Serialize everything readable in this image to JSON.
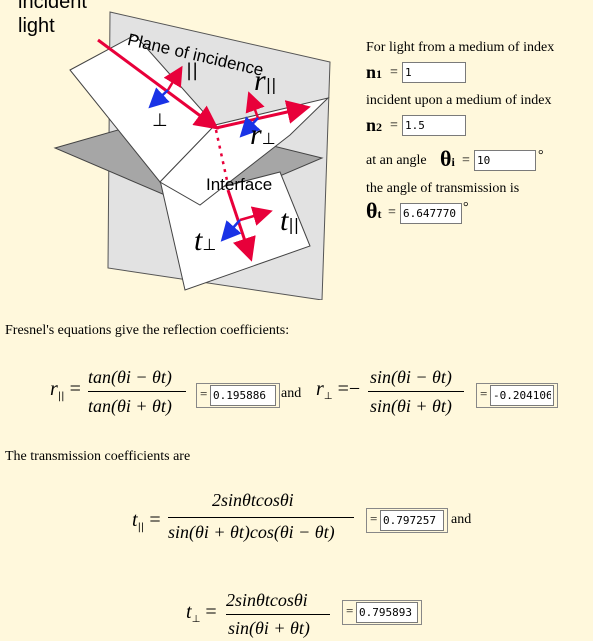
{
  "diagram": {
    "incident_label_line1": "incident",
    "incident_label_line2": "light",
    "plane_label": "Plane of incidence",
    "interface_label": "Interface",
    "r_parallel": "r",
    "r_parallel_sub": "||",
    "r_perp": "r",
    "r_perp_sub": "⊥",
    "t_parallel": "t",
    "t_parallel_sub": "||",
    "t_perp": "t",
    "t_perp_sub": "⊥",
    "incident_parallel_mark": "||",
    "incident_perp_mark": "⊥"
  },
  "controls": {
    "line1": "For light from a medium of index",
    "n1_label": "n",
    "n1_sub": "1",
    "n1_value": "1",
    "line2": "incident upon a medium of index",
    "n2_label": "n",
    "n2_sub": "2",
    "n2_value": "1.5",
    "line3": "at an angle",
    "theta_i_label": "θ",
    "theta_i_sub": "i",
    "theta_i_value": "10",
    "degree": "°",
    "line4": "the angle of transmission is",
    "theta_t_label": "θ",
    "theta_t_sub": "t",
    "theta_t_value": "6.647770",
    "equals": "="
  },
  "reflection": {
    "intro": "Fresnel's equations give the reflection coefficients:",
    "r_par_num": "tan(θi − θt)",
    "r_par_den": "tan(θi + θt)",
    "r_par_value": "0.195886",
    "and": "and",
    "r_perp_num": "sin(θi − θt)",
    "r_perp_den": "sin(θi + θt)",
    "r_perp_value": "-0.204106"
  },
  "transmission": {
    "intro": "The transmission coefficients are",
    "t_par_num": "2sinθtcosθi",
    "t_par_den": "sin(θi + θt)cos(θi − θt)",
    "t_par_value": "0.797257",
    "and": "and",
    "t_perp_num": "2sinθtcosθi",
    "t_perp_den": "sin(θi + θt)",
    "t_perp_value": "0.795893"
  },
  "colors": {
    "background": "#fff8dc",
    "ray": "#e8003a",
    "perp_arrow": "#1a33e6",
    "plane_gray": "#e0e0e0",
    "interface_gray": "#a8a8a8"
  }
}
